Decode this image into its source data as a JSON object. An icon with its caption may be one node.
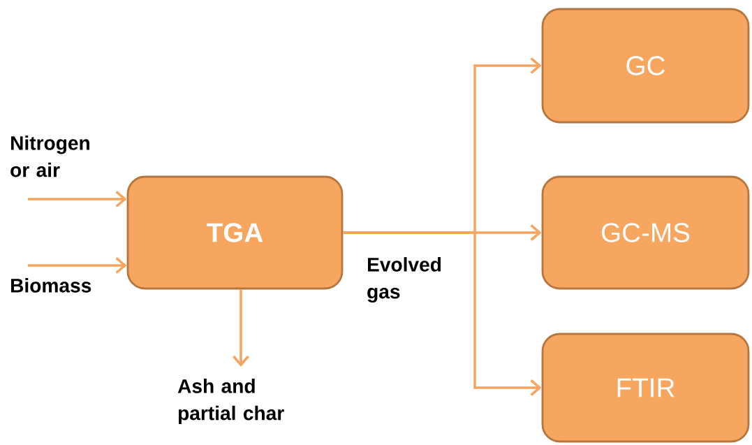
{
  "diagram": {
    "nodes": [
      {
        "text": [
          "TGA"
        ]
      },
      {
        "text": [
          "GC"
        ]
      },
      {
        "text": [
          "GC-MS"
        ]
      },
      {
        "text": [
          "FTIR"
        ]
      }
    ],
    "edges": [
      {
        "from": null,
        "to": 0,
        "arrow": "to",
        "label": "Nitrogen or air"
      },
      {
        "from": null,
        "to": 0,
        "arrow": "to",
        "label": "Biomass"
      },
      {
        "from": 0,
        "to": null,
        "arrow": "to",
        "label": "Ash and partial char"
      },
      {
        "from": 0,
        "to": 1,
        "arrow": "to"
      },
      {
        "from": 0,
        "to": 2,
        "arrow": "to",
        "label": "Evolved gas"
      },
      {
        "from": 0,
        "to": 3,
        "arrow": "to"
      }
    ]
  }
}
